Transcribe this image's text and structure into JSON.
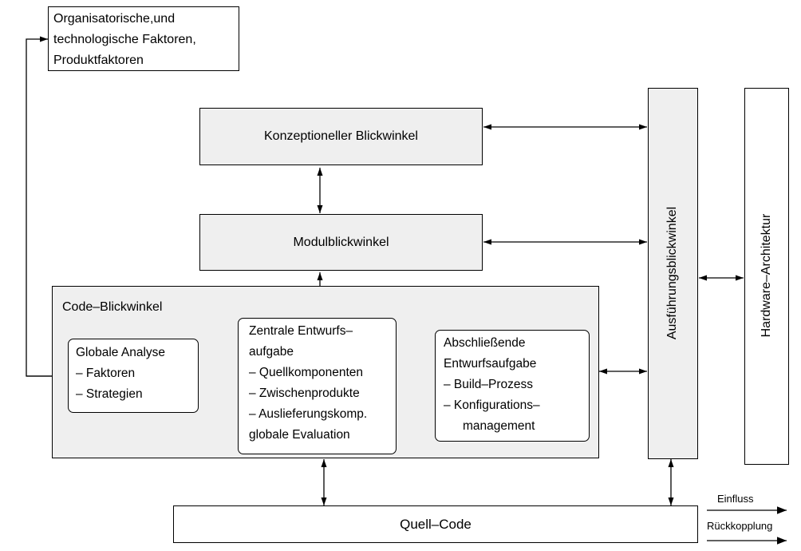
{
  "factors_box": {
    "lines": [
      "Organisatorische,und",
      "technologische Faktoren,",
      "Produktfaktoren"
    ]
  },
  "conceptual_view": {
    "label": "Konzeptioneller Blickwinkel"
  },
  "module_view": {
    "label": "Modulblickwinkel"
  },
  "code_view": {
    "title": "Code–Blickwinkel",
    "global_analysis": {
      "lines": [
        "Globale Analyse",
        "– Faktoren",
        "– Strategien"
      ]
    },
    "central_tasks": {
      "lines": [
        "Zentrale Entwurfs–",
        "aufgabe",
        "– Quellkomponenten",
        "– Zwischenprodukte",
        "– Auslieferungskomp.",
        "globale Evaluation"
      ]
    },
    "final_tasks": {
      "lines": [
        "Abschließende",
        "Entwurfsaufgabe",
        "– Build–Prozess",
        "– Konfigurations–",
        "management"
      ]
    }
  },
  "execution_view": {
    "label": "Ausführungsblickwinkel"
  },
  "hardware_arch": {
    "label": "Hardware–Architektur"
  },
  "source_code": {
    "label": "Quell–Code"
  },
  "legend": {
    "influence": "Einfluss",
    "feedback": "Rückkopplung"
  }
}
